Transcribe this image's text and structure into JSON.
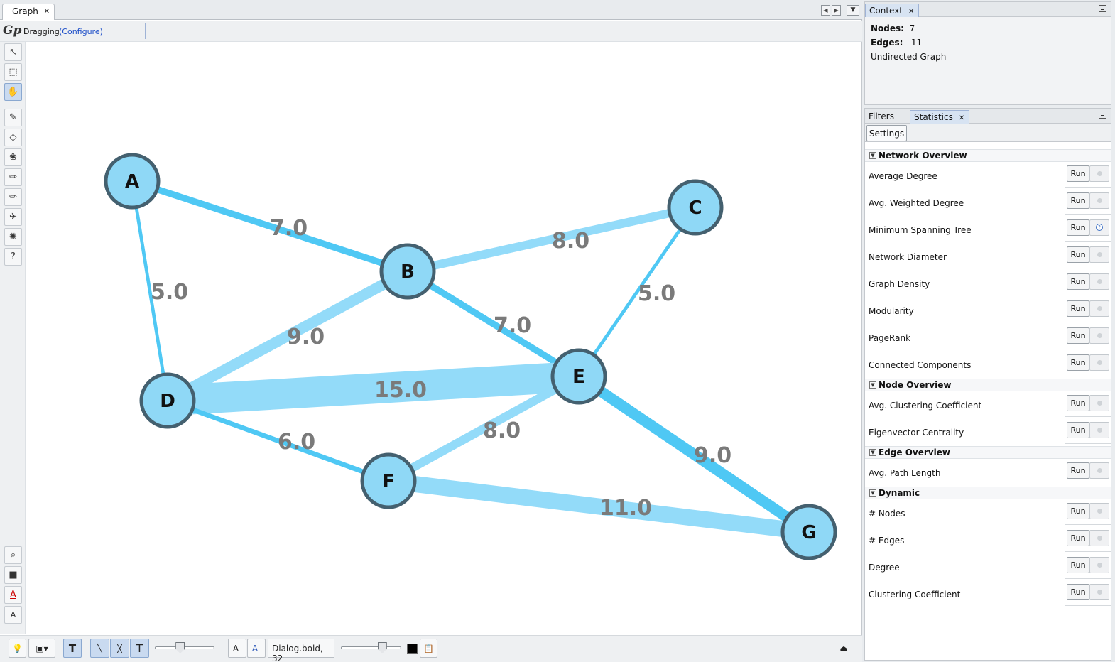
{
  "window": {
    "doc_tab_title": "Graph",
    "close_glyph": "✕"
  },
  "top_toolbar": {
    "logo": "Gp",
    "mode_label": "Dragging",
    "configure_link": "(Configure)"
  },
  "graph": {
    "nodes": [
      {
        "id": "A",
        "label": "A"
      },
      {
        "id": "B",
        "label": "B"
      },
      {
        "id": "C",
        "label": "C"
      },
      {
        "id": "D",
        "label": "D"
      },
      {
        "id": "E",
        "label": "E"
      },
      {
        "id": "F",
        "label": "F"
      },
      {
        "id": "G",
        "label": "G"
      }
    ],
    "edges": [
      {
        "source": "A",
        "target": "B",
        "weight": 7.0,
        "label": "7.0"
      },
      {
        "source": "A",
        "target": "D",
        "weight": 5.0,
        "label": "5.0"
      },
      {
        "source": "B",
        "target": "C",
        "weight": 8.0,
        "label": "8.0"
      },
      {
        "source": "B",
        "target": "D",
        "weight": 9.0,
        "label": "9.0"
      },
      {
        "source": "B",
        "target": "E",
        "weight": 7.0,
        "label": "7.0"
      },
      {
        "source": "C",
        "target": "E",
        "weight": 5.0,
        "label": "5.0"
      },
      {
        "source": "D",
        "target": "E",
        "weight": 15.0,
        "label": "15.0"
      },
      {
        "source": "D",
        "target": "F",
        "weight": 6.0,
        "label": "6.0"
      },
      {
        "source": "E",
        "target": "F",
        "weight": 8.0,
        "label": "8.0"
      },
      {
        "source": "E",
        "target": "G",
        "weight": 9.0,
        "label": "9.0"
      },
      {
        "source": "F",
        "target": "G",
        "weight": 11.0,
        "label": "11.0"
      }
    ],
    "colors": {
      "node_fill": "#8fd8f6",
      "node_stroke": "#44606f",
      "edge_light": "#93dbf9",
      "edge_dark": "#4fc8f4",
      "edge_label": "#7a7a7a"
    }
  },
  "bottom_toolbar": {
    "font_name": "Dialog.bold, 32",
    "text_button": "T",
    "font_size_down": "A-",
    "font_size_up": "A-"
  },
  "context": {
    "tab_label": "Context",
    "nodes_label": "Nodes:",
    "nodes_value": "7",
    "edges_label": "Edges:",
    "edges_value": "11",
    "graph_type": "Undirected Graph"
  },
  "stats": {
    "tab_filters": "Filters",
    "tab_statistics": "Statistics",
    "settings_button": "Settings",
    "run_label": "Run",
    "sections": [
      {
        "title": "Network Overview",
        "items": [
          "Average Degree",
          "Avg. Weighted Degree",
          "Minimum Spanning Tree",
          "Network Diameter",
          "Graph Density",
          "Modularity",
          "PageRank",
          "Connected Components"
        ]
      },
      {
        "title": "Node Overview",
        "items": [
          "Avg. Clustering Coefficient",
          "Eigenvector Centrality"
        ]
      },
      {
        "title": "Edge Overview",
        "items": [
          "Avg. Path Length"
        ]
      },
      {
        "title": "Dynamic",
        "items": [
          "# Nodes",
          "# Edges",
          "Degree",
          "Clustering Coefficient"
        ]
      }
    ]
  }
}
